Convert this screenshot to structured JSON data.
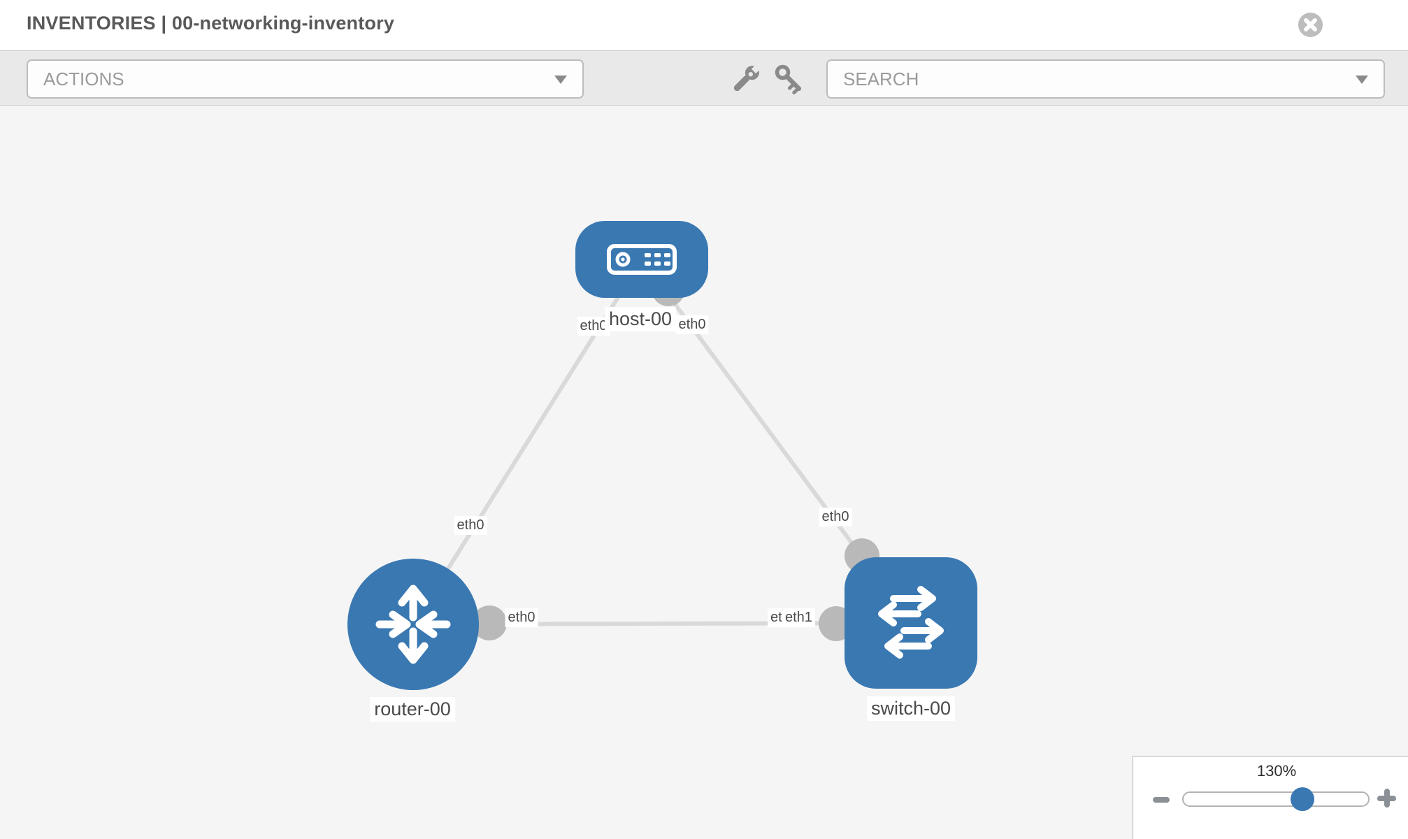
{
  "window": {
    "title": "INVENTORIES | 00-networking-inventory",
    "close_icon": "x-circle"
  },
  "toolbar": {
    "actions_label": "ACTIONS",
    "search_label": "SEARCH",
    "icons": [
      "wrench-icon",
      "key-icon",
      "chevron-down-icon"
    ]
  },
  "topology": {
    "node_labels": {
      "host": "host-00",
      "router": "router-00",
      "switch": "switch-00"
    },
    "nodes": [
      {
        "id": "host-00",
        "type": "host",
        "label": "host-00"
      },
      {
        "id": "router-00",
        "type": "router",
        "label": "router-00"
      },
      {
        "id": "switch-00",
        "type": "switch",
        "label": "switch-00"
      }
    ],
    "links": [
      {
        "source": "host-00",
        "source_interface": "eth0",
        "target": "router-00",
        "target_interface": "eth0"
      },
      {
        "source": "host-00",
        "source_interface": "eth0",
        "target": "switch-00",
        "target_interface": "eth0"
      },
      {
        "source": "router-00",
        "source_interface": "eth0",
        "target": "switch-00",
        "target_interface": "eth1"
      }
    ],
    "interface_labels": {
      "host_left": "eth0",
      "host_right": "eth0",
      "router_top": "eth0",
      "switch_top": "eth0",
      "router_right": "eth0",
      "switch_left_under": "eth0",
      "switch_left": "eth1"
    }
  },
  "zoom_control": {
    "value_label": "130%",
    "percent": 130,
    "minus_icon": "minus",
    "plus_icon": "plus"
  },
  "colors": {
    "node_blue": "#3a78b2",
    "link_gray": "#d9d9d9",
    "port_gray": "#b9b9b9",
    "canvas_bg": "#f5f5f5",
    "toolbar_bg": "#e9e9e9"
  }
}
